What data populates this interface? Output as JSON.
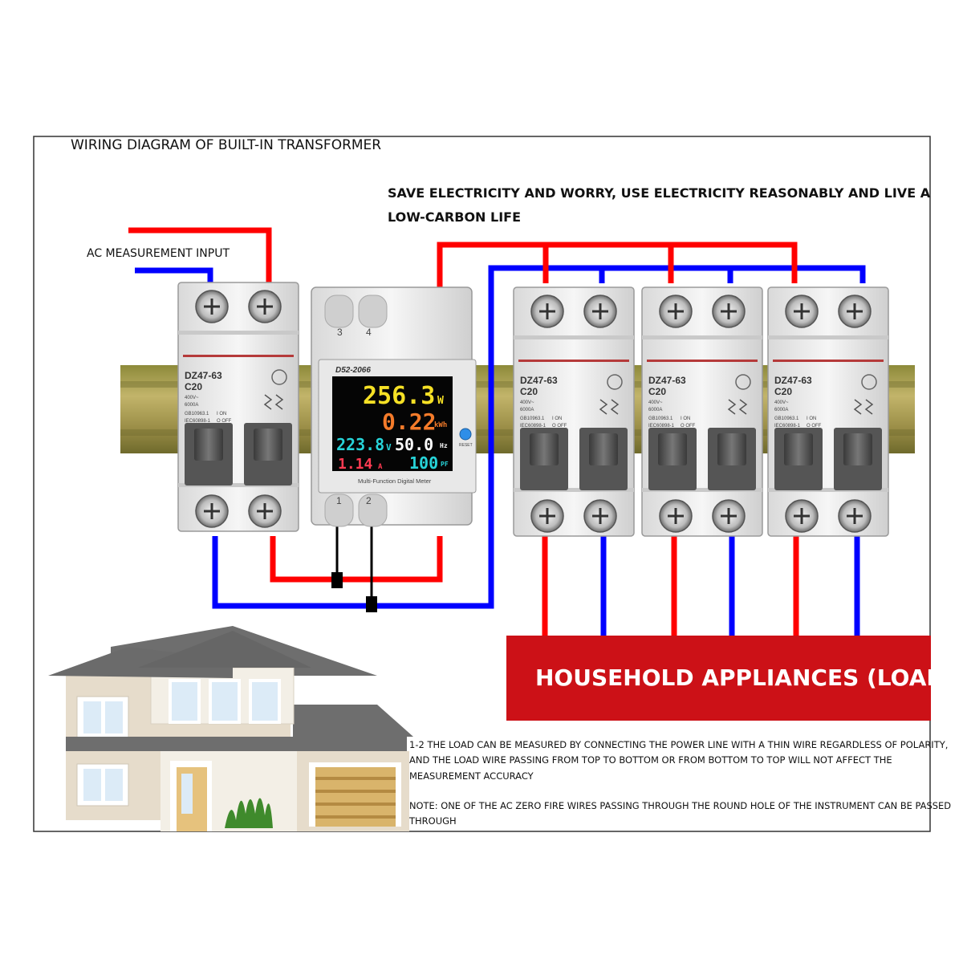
{
  "title": "WIRING DIAGRAM OF BUILT-IN TRANSFORMER",
  "slogan": {
    "line1": "SAVE ELECTRICITY AND WORRY, USE ELECTRICITY REASONABLY AND LIVE A",
    "line2": "LOW-CARBON LIFE"
  },
  "input_label": "AC MEASUREMENT INPUT",
  "breaker": {
    "model": "DZ47-63",
    "rating": "C20",
    "voltage": "400V~",
    "capacity": "6000A",
    "std1": "GB10963.1",
    "std2": "IEC60898-1",
    "on": "I ON",
    "off": "O OFF"
  },
  "meter": {
    "model": "D52-2066",
    "power": "256.3",
    "power_unit": "W",
    "energy": "0.22",
    "energy_unit": "kWh",
    "voltage": "223.8",
    "voltage_unit": "V",
    "frequency": "50.0",
    "frequency_unit": "Hz",
    "current": "1.14",
    "current_unit": "A",
    "pf": "100",
    "pf_unit": "PF",
    "reset": "RESET",
    "caption": "Multi-Function Digital Meter",
    "terminal_top_left": "3",
    "terminal_top_right": "4",
    "terminal_bottom_left": "1",
    "terminal_bottom_right": "2"
  },
  "load_label": "HOUSEHOLD APPLIANCES (LOAD)",
  "notes": {
    "line1": "1-2 THE LOAD CAN BE MEASURED BY CONNECTING THE POWER LINE WITH A THIN WIRE REGARDLESS OF POLARITY,",
    "line2": "AND THE LOAD WIRE PASSING FROM TOP TO BOTTOM OR FROM BOTTOM TO TOP WILL NOT AFFECT THE",
    "line3": "MEASUREMENT ACCURACY",
    "line4": "NOTE: ONE OF THE AC ZERO FIRE WIRES PASSING THROUGH THE ROUND HOLE OF THE INSTRUMENT CAN BE PASSED",
    "line5": "THROUGH"
  },
  "colors": {
    "live": "#ff0000",
    "neutral": "#0000ff",
    "load_box": "#cc1117",
    "lcd_yellow": "#f5e025",
    "lcd_orange": "#f47b2a",
    "lcd_cyan": "#27d3d8",
    "lcd_white": "#ffffff",
    "lcd_red": "#ff3b52",
    "rail": "#a69a4c"
  }
}
